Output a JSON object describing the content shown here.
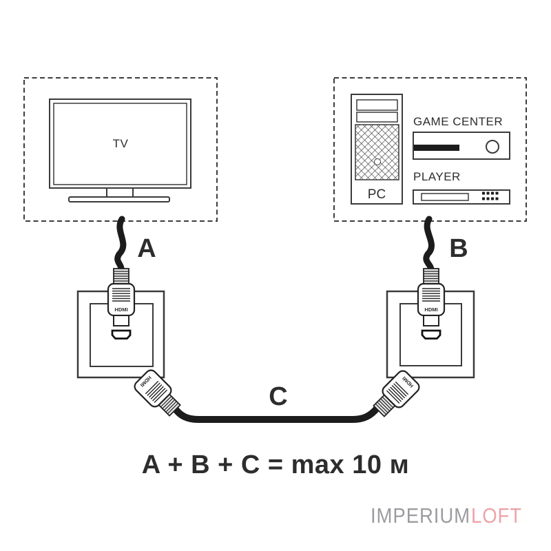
{
  "diagram": {
    "tv_box": {
      "label": "TV"
    },
    "sources_box": {
      "pc_label": "PC",
      "game_center_label": "GAME CENTER",
      "player_label": "PLAYER"
    },
    "wall_plates": {
      "count": 2,
      "port_type": "HDMI"
    },
    "plug_label": "HDMI",
    "cables": {
      "a_label": "A",
      "b_label": "B",
      "c_label": "C"
    },
    "formula": "A + B + C = max 10 м",
    "colors": {
      "line": "#3a3a3a",
      "cable": "#1c1c1c",
      "text": "#2d2d2d"
    }
  },
  "watermark": {
    "part1": "IMPERIUM",
    "part2": "LOFT",
    "part1_color": "#9c9ca0",
    "part2_color": "#eda3a7"
  }
}
